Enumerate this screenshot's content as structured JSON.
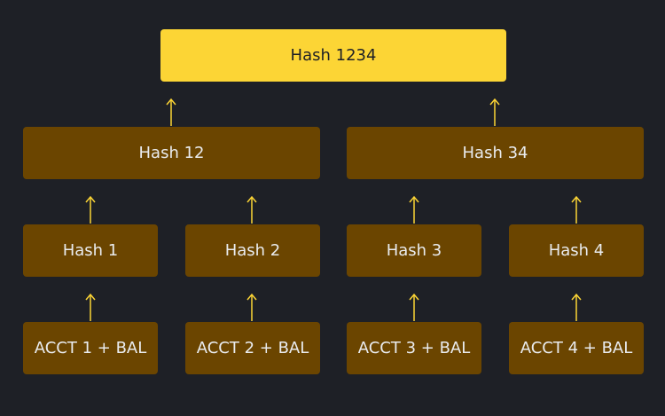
{
  "diagram": {
    "root": {
      "label": "Hash 1234"
    },
    "level2": [
      {
        "label": "Hash 12"
      },
      {
        "label": "Hash 34"
      }
    ],
    "level1": [
      {
        "label": "Hash 1"
      },
      {
        "label": "Hash 2"
      },
      {
        "label": "Hash 3"
      },
      {
        "label": "Hash 4"
      }
    ],
    "leaves": [
      {
        "label": "ACCT 1 + BAL"
      },
      {
        "label": "ACCT 2 + BAL"
      },
      {
        "label": "ACCT 3 + BAL"
      },
      {
        "label": "ACCT 4 + BAL"
      }
    ]
  },
  "colors": {
    "background": "#1e2026",
    "root_fill": "#fcd535",
    "node_fill": "#6b4500",
    "arrow": "#fcd535",
    "text_light": "#eaecef",
    "text_dark": "#1e2026"
  },
  "icons": {
    "arrow": "arrow-up-icon"
  }
}
